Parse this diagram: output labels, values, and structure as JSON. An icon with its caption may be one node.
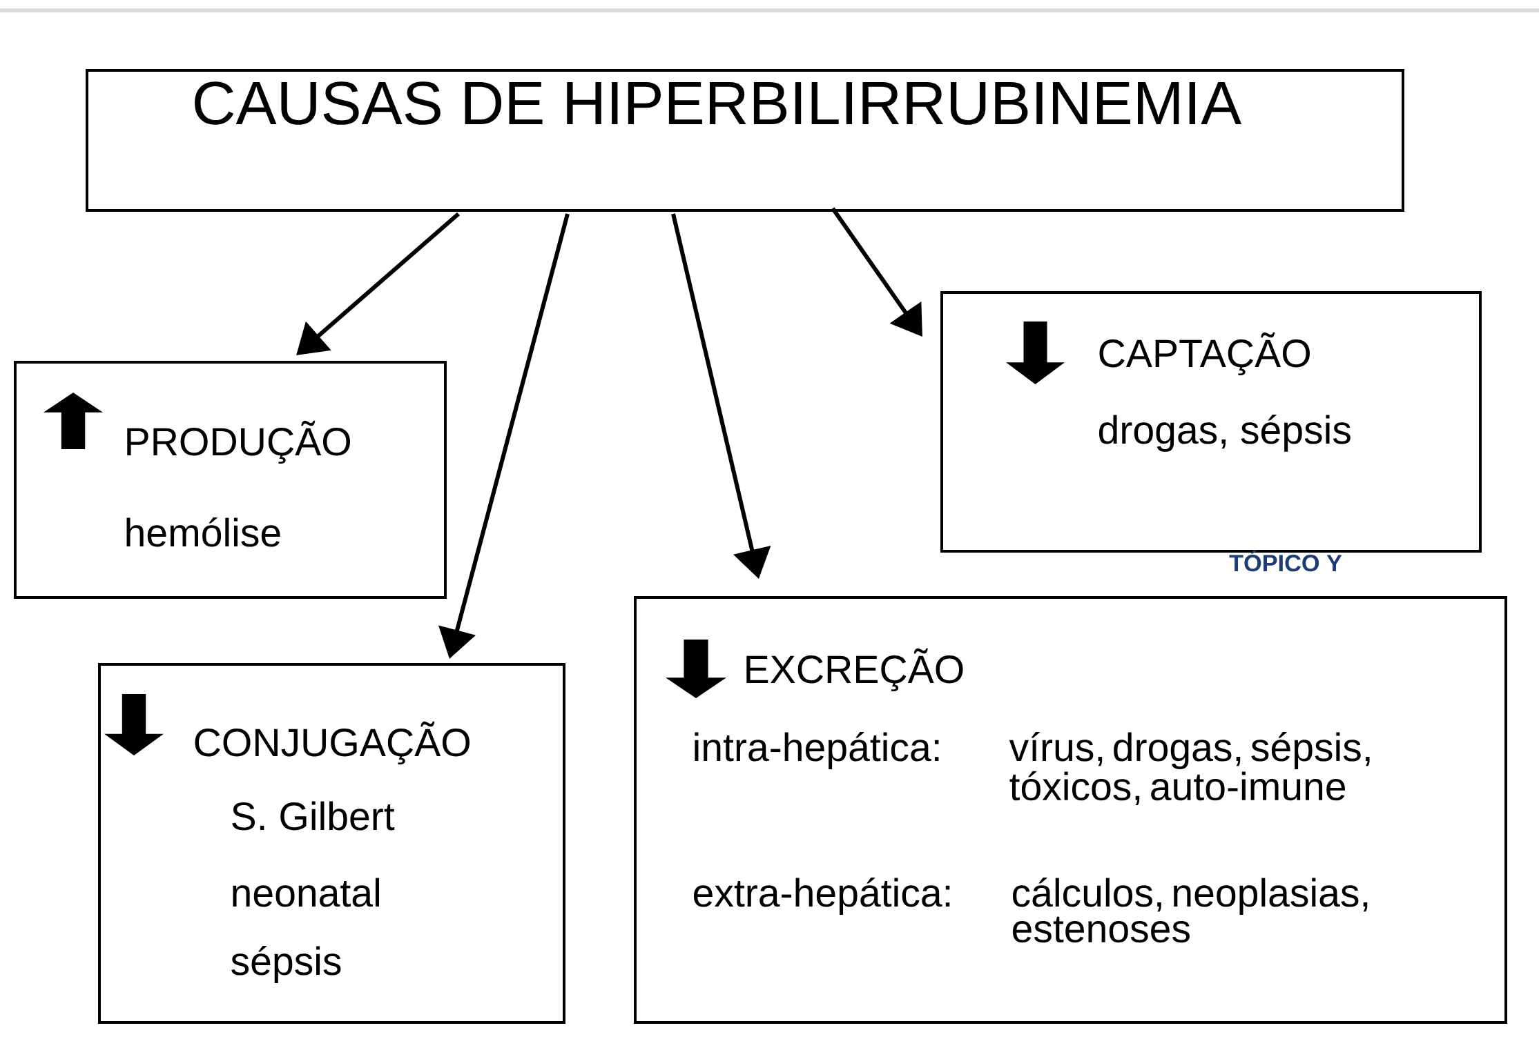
{
  "diagram": {
    "nodes": [
      {
        "text": [
          "CAUSAS DE HIPERBILIRRUBINEMIA"
        ]
      },
      {
        "text": [
          "CAPTAÇÃO",
          "drogas, sépsis"
        ]
      },
      {
        "text": [
          "PRODUÇÃO",
          "hemólise"
        ]
      },
      {
        "text": [
          "CONJUGAÇÃO",
          "S. Gilbert",
          "neonatal",
          "sépsis"
        ]
      },
      {
        "text": [
          "EXCREÇÃO",
          "intra-hepática:",
          "vírus, drogas, sépsis, tóxicos, auto-imune",
          "extra-hepática:",
          "cálculos, neoplasias, estenoses"
        ]
      }
    ],
    "edges": [
      {
        "from": 0,
        "to": 2,
        "arrow": "to"
      },
      {
        "from": 0,
        "to": 3,
        "arrow": "to"
      },
      {
        "from": 0,
        "to": 4,
        "arrow": "to"
      },
      {
        "from": 0,
        "to": 1,
        "arrow": "to"
      }
    ],
    "labels": [
      "TÓPICO Y"
    ]
  }
}
